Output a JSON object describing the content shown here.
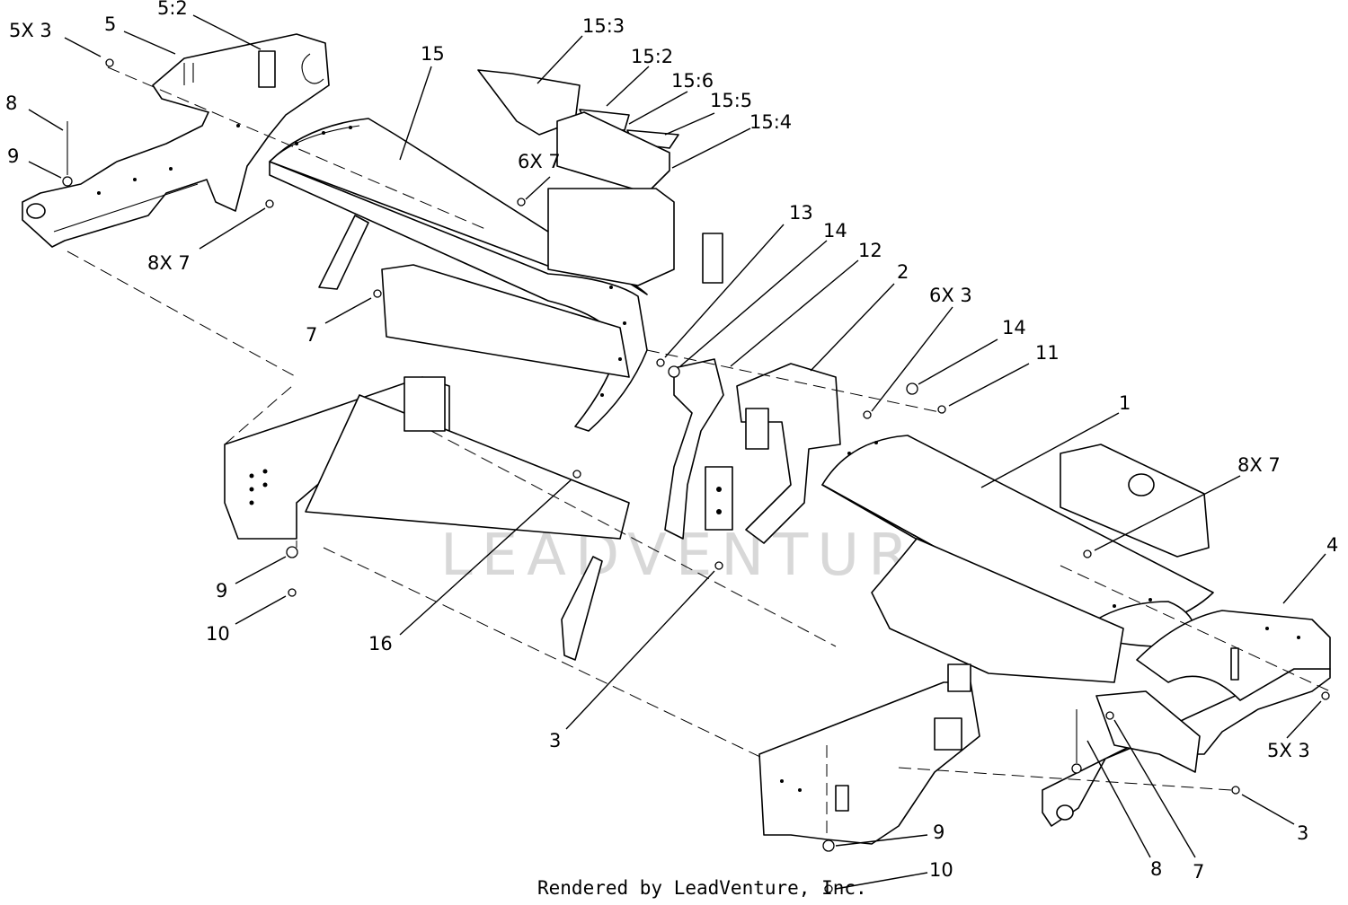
{
  "watermark": "LEADVENTURE",
  "credit": "Rendered by LeadVenture, Inc.",
  "callouts": [
    {
      "id": "c-5x3-top",
      "text": "5X 3"
    },
    {
      "id": "c-5",
      "text": "5"
    },
    {
      "id": "c-5-2",
      "text": "5:2"
    },
    {
      "id": "c-8-left",
      "text": "8"
    },
    {
      "id": "c-9-left",
      "text": "9"
    },
    {
      "id": "c-8x7-left",
      "text": "8X 7"
    },
    {
      "id": "c-15",
      "text": "15"
    },
    {
      "id": "c-15-3",
      "text": "15:3"
    },
    {
      "id": "c-15-2",
      "text": "15:2"
    },
    {
      "id": "c-15-6",
      "text": "15:6"
    },
    {
      "id": "c-15-5",
      "text": "15:5"
    },
    {
      "id": "c-15-4",
      "text": "15:4"
    },
    {
      "id": "c-6x7",
      "text": "6X 7"
    },
    {
      "id": "c-7-left",
      "text": "7"
    },
    {
      "id": "c-13",
      "text": "13"
    },
    {
      "id": "c-14-a",
      "text": "14"
    },
    {
      "id": "c-12",
      "text": "12"
    },
    {
      "id": "c-2",
      "text": "2"
    },
    {
      "id": "c-6x3",
      "text": "6X 3"
    },
    {
      "id": "c-14-b",
      "text": "14"
    },
    {
      "id": "c-11",
      "text": "11"
    },
    {
      "id": "c-1",
      "text": "1"
    },
    {
      "id": "c-8x7-right",
      "text": "8X 7"
    },
    {
      "id": "c-4",
      "text": "4"
    },
    {
      "id": "c-9-mid",
      "text": "9"
    },
    {
      "id": "c-10-mid",
      "text": "10"
    },
    {
      "id": "c-16",
      "text": "16"
    },
    {
      "id": "c-3-mid",
      "text": "3"
    },
    {
      "id": "c-5x3-right",
      "text": "5X 3"
    },
    {
      "id": "c-3-right",
      "text": "3"
    },
    {
      "id": "c-9-bottom",
      "text": "9"
    },
    {
      "id": "c-10-bottom",
      "text": "10"
    },
    {
      "id": "c-8-right",
      "text": "8"
    },
    {
      "id": "c-7-right",
      "text": "7"
    }
  ]
}
